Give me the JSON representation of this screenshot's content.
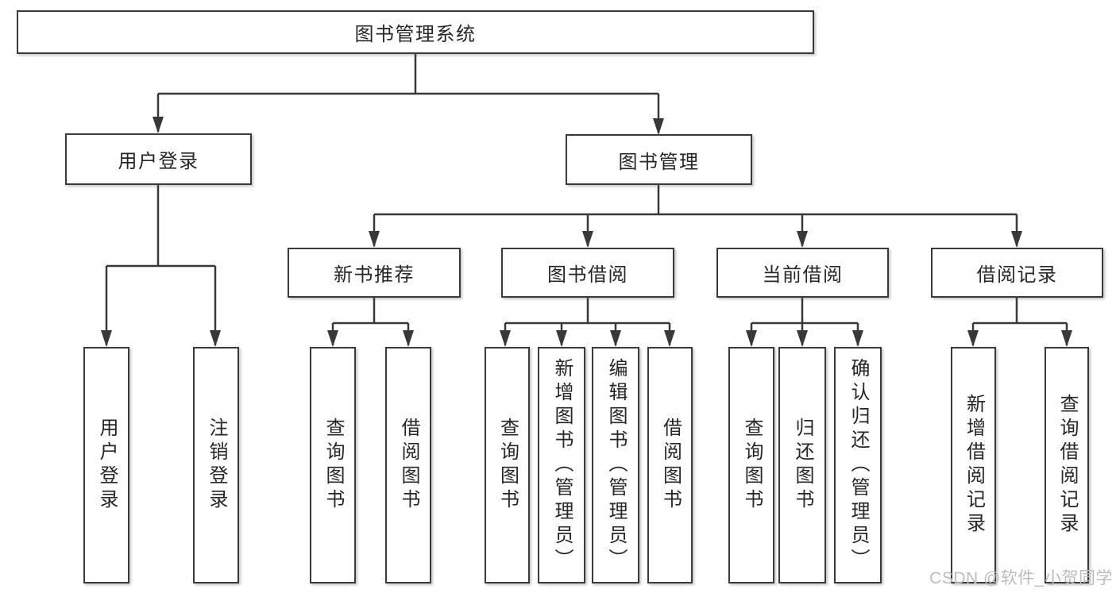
{
  "diagram": {
    "tree": {
      "label": "图书管理系统",
      "children": [
        {
          "label": "用户登录",
          "children": [
            {
              "label": "用户登录"
            },
            {
              "label": "注销登录"
            }
          ]
        },
        {
          "label": "图书管理",
          "children": [
            {
              "label": "新书推荐",
              "children": [
                {
                  "label": "查询图书"
                },
                {
                  "label": "借阅图书"
                }
              ]
            },
            {
              "label": "图书借阅",
              "children": [
                {
                  "label": "查询图书"
                },
                {
                  "label": "新增图书（管理员）"
                },
                {
                  "label": "编辑图书（管理员）"
                },
                {
                  "label": "借阅图书"
                }
              ]
            },
            {
              "label": "当前借阅",
              "children": [
                {
                  "label": "查询图书"
                },
                {
                  "label": "归还图书"
                },
                {
                  "label": "确认归还（管理员）"
                }
              ]
            },
            {
              "label": "借阅记录",
              "children": [
                {
                  "label": "新增借阅记录"
                },
                {
                  "label": "查询借阅记录"
                }
              ]
            }
          ]
        }
      ]
    },
    "watermark": "CSDN @软件_小贺同学",
    "colors": {
      "line": "#383838",
      "box_border": "#3a3a3a",
      "text": "#262626",
      "watermark": "#bcbcbc",
      "background": "#ffffff"
    }
  }
}
